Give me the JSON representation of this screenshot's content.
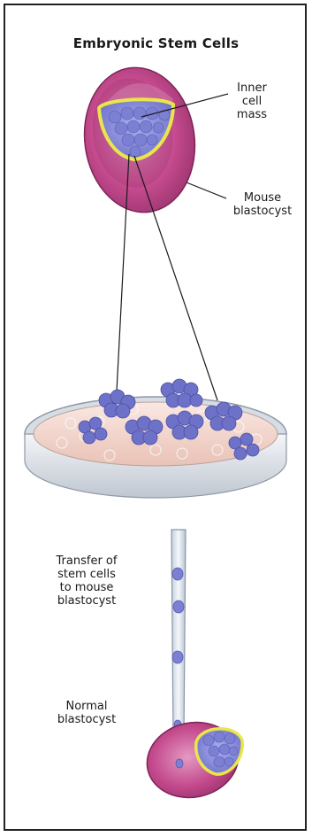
{
  "title": "Embryonic Stem Cells",
  "labels": {
    "inner_cell_mass": [
      "Inner",
      "cell",
      "mass"
    ],
    "mouse_blastocyst": [
      "Mouse",
      "blastocyst"
    ],
    "transfer": [
      "Transfer of",
      "stem cells",
      "to mouse",
      "blastocyst"
    ],
    "normal_blastocyst": [
      "Normal",
      "blastocyst"
    ]
  },
  "colors": {
    "blastocyst_fill": "#b83f82",
    "blastocyst_light": "#d987b5",
    "inner_cell_mass": "#8c8fd9",
    "cell_rim": "#e8e650",
    "dish_fill": "#f4d5cc",
    "cluster": "#6e73c9",
    "pipette": "#cfd8e6"
  }
}
